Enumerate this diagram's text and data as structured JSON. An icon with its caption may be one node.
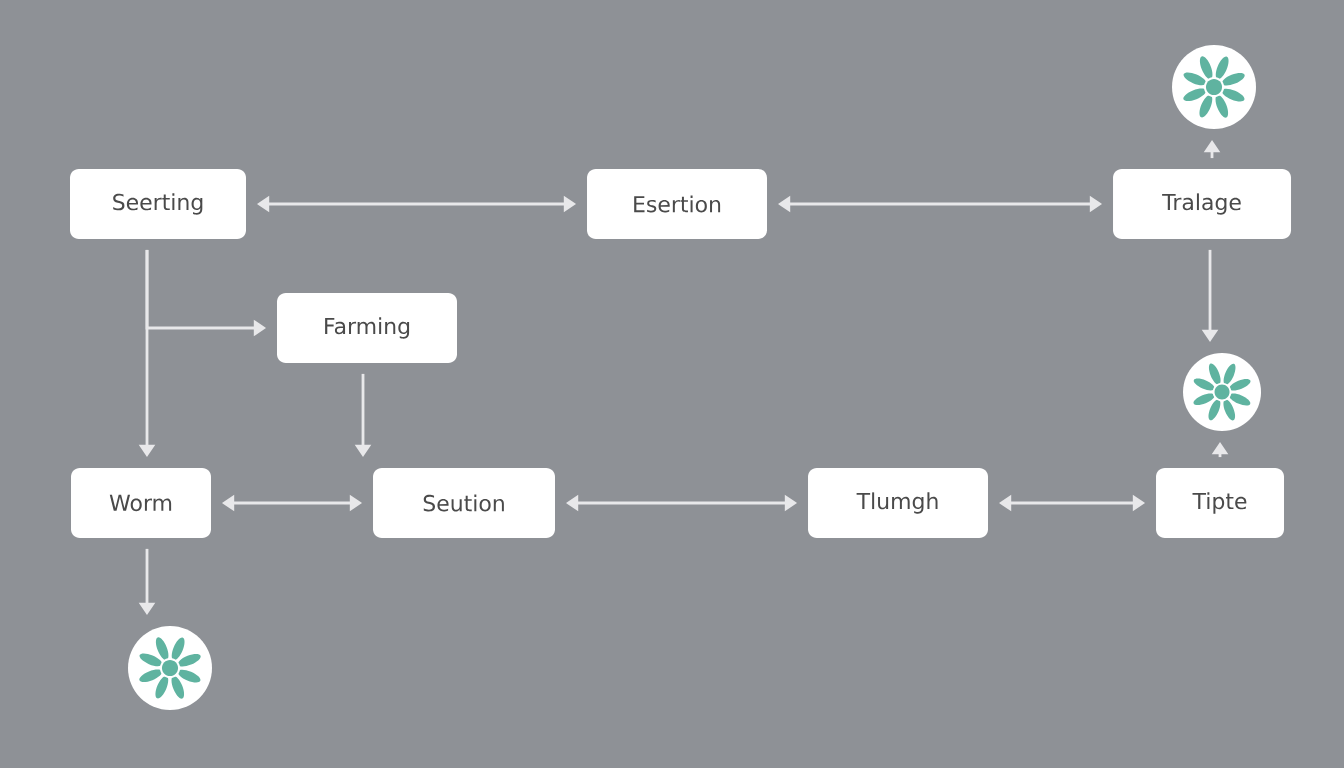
{
  "diagram": {
    "nodes": [
      {
        "text": [],
        "shape": "circle"
      },
      {
        "text": [
          "Seerting"
        ]
      },
      {
        "text": [
          "Esertion"
        ]
      },
      {
        "text": [
          "Tralage"
        ]
      },
      {
        "text": [
          "Farming"
        ]
      },
      {
        "text": [],
        "shape": "circle"
      },
      {
        "text": [
          "Worm"
        ]
      },
      {
        "text": [
          "Seution"
        ]
      },
      {
        "text": [
          "Tlumgh"
        ]
      },
      {
        "text": [
          "Tipte"
        ]
      },
      {
        "text": [],
        "shape": "circle"
      }
    ],
    "edges": [
      {
        "from": 1,
        "to": 2,
        "arrow": "both"
      },
      {
        "from": 2,
        "to": 3,
        "arrow": "both"
      },
      {
        "from": 3,
        "to": 0,
        "arrow": "to"
      },
      {
        "from": 1,
        "to": 4,
        "arrow": "to"
      },
      {
        "from": 1,
        "to": 6,
        "arrow": "to"
      },
      {
        "from": 4,
        "to": 7,
        "arrow": "to"
      },
      {
        "from": 3,
        "to": 5,
        "arrow": "to"
      },
      {
        "from": 9,
        "to": 5,
        "arrow": "to"
      },
      {
        "from": 6,
        "to": 7,
        "arrow": "both"
      },
      {
        "from": 7,
        "to": 8,
        "arrow": "both"
      },
      {
        "from": 8,
        "to": 9,
        "arrow": "both"
      },
      {
        "from": 6,
        "to": 10,
        "arrow": "to"
      }
    ]
  }
}
